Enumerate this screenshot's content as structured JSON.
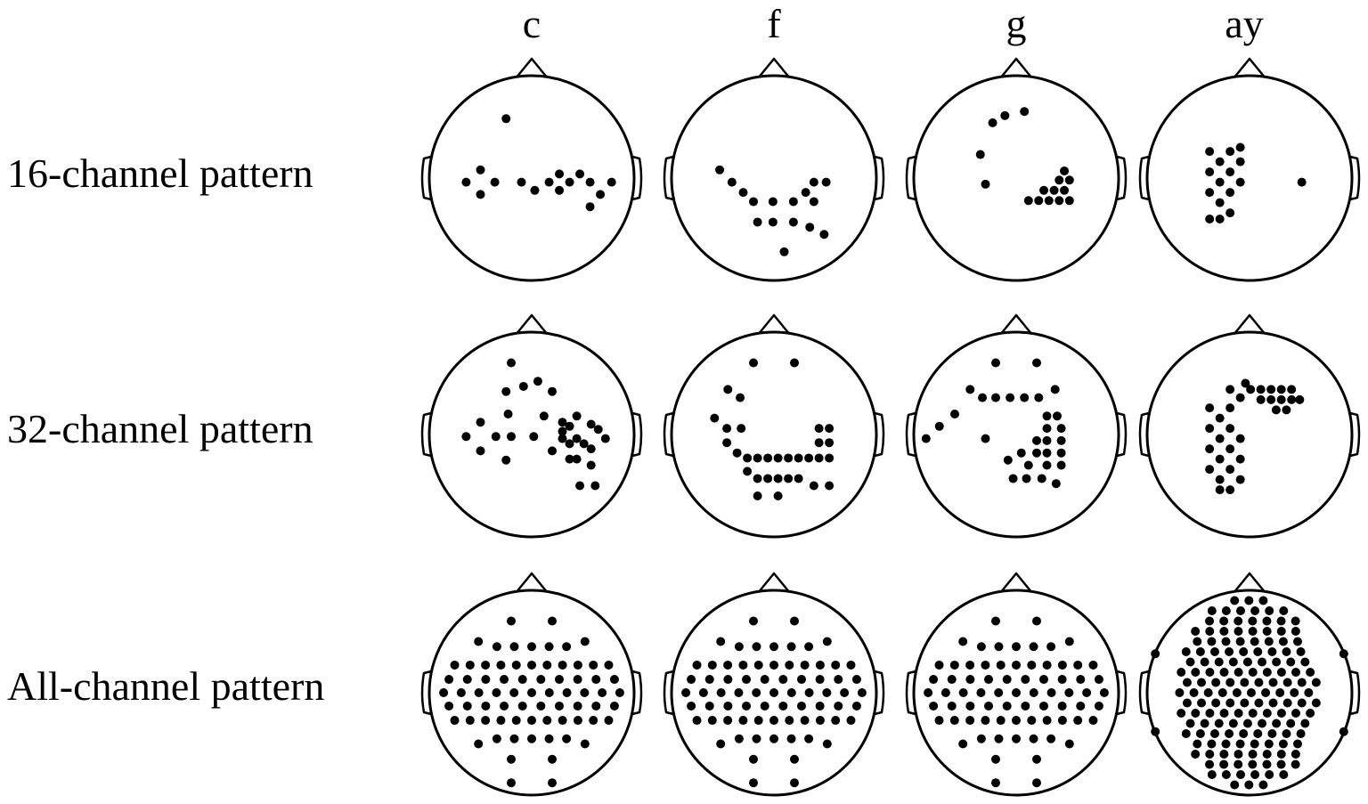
{
  "columns": [
    "c",
    "f",
    "g",
    "ay"
  ],
  "rows": [
    "16-channel pattern",
    "32-channel pattern",
    "All-channel pattern"
  ],
  "electrode_maps": [
    [
      [
        [
          -0.25,
          -0.58
        ],
        [
          -0.5,
          -0.08
        ],
        [
          -0.64,
          0.04
        ],
        [
          -0.5,
          0.16
        ],
        [
          -0.36,
          0.04
        ],
        [
          -0.1,
          0.04
        ],
        [
          0.03,
          0.12
        ],
        [
          0.17,
          0.04
        ],
        [
          0.27,
          -0.04
        ],
        [
          0.27,
          0.12
        ],
        [
          0.37,
          0.04
        ],
        [
          0.47,
          -0.04
        ],
        [
          0.57,
          0.04
        ],
        [
          0.67,
          0.16
        ],
        [
          0.57,
          0.28
        ],
        [
          0.78,
          0.04
        ]
      ],
      [
        [
          -0.53,
          -0.08
        ],
        [
          -0.41,
          0.04
        ],
        [
          -0.3,
          0.14
        ],
        [
          -0.2,
          0.23
        ],
        [
          -0.01,
          0.23
        ],
        [
          0.19,
          0.23
        ],
        [
          0.31,
          0.14
        ],
        [
          0.51,
          0.04
        ],
        [
          0.39,
          0.04
        ],
        [
          0.39,
          0.23
        ],
        [
          -0.16,
          0.43
        ],
        [
          -0.01,
          0.43
        ],
        [
          0.19,
          0.43
        ],
        [
          0.35,
          0.48
        ],
        [
          0.49,
          0.55
        ],
        [
          0.1,
          0.72
        ]
      ],
      [
        [
          -0.23,
          -0.54
        ],
        [
          -0.11,
          -0.61
        ],
        [
          0.08,
          -0.65
        ],
        [
          -0.35,
          -0.23
        ],
        [
          -0.3,
          0.06
        ],
        [
          0.12,
          0.22
        ],
        [
          0.22,
          0.22
        ],
        [
          0.32,
          0.22
        ],
        [
          0.42,
          0.22
        ],
        [
          0.52,
          0.22
        ],
        [
          0.27,
          0.12
        ],
        [
          0.37,
          0.12
        ],
        [
          0.47,
          0.12
        ],
        [
          0.42,
          0.02
        ],
        [
          0.52,
          0.02
        ],
        [
          0.47,
          -0.07
        ]
      ],
      [
        [
          -0.39,
          -0.26
        ],
        [
          -0.39,
          -0.06
        ],
        [
          -0.39,
          0.14
        ],
        [
          -0.29,
          -0.16
        ],
        [
          -0.29,
          0.04
        ],
        [
          -0.29,
          0.24
        ],
        [
          -0.19,
          -0.26
        ],
        [
          -0.19,
          -0.06
        ],
        [
          -0.19,
          0.14
        ],
        [
          -0.09,
          -0.16
        ],
        [
          -0.09,
          0.04
        ],
        [
          -0.39,
          0.4
        ],
        [
          -0.29,
          0.4
        ],
        [
          -0.19,
          0.34
        ],
        [
          -0.09,
          -0.3
        ],
        [
          0.51,
          0.04
        ]
      ]
    ],
    [
      [
        [
          -0.2,
          -0.7
        ],
        [
          -0.25,
          -0.42
        ],
        [
          -0.08,
          -0.47
        ],
        [
          0.06,
          -0.52
        ],
        [
          0.2,
          -0.42
        ],
        [
          -0.5,
          -0.12
        ],
        [
          -0.64,
          0.02
        ],
        [
          -0.35,
          0.02
        ],
        [
          -0.5,
          0.16
        ],
        [
          -0.23,
          -0.2
        ],
        [
          -0.2,
          0.02
        ],
        [
          -0.25,
          0.25
        ],
        [
          0.02,
          0.02
        ],
        [
          0.2,
          0.16
        ],
        [
          0.12,
          -0.18
        ],
        [
          0.3,
          -0.12
        ],
        [
          0.44,
          -0.18
        ],
        [
          0.58,
          -0.1
        ],
        [
          0.72,
          0.04
        ],
        [
          0.58,
          0.14
        ],
        [
          0.44,
          0.04
        ],
        [
          0.3,
          0.04
        ],
        [
          0.3,
          -0.03
        ],
        [
          0.37,
          0.09
        ],
        [
          0.51,
          0.09
        ],
        [
          0.58,
          0.3
        ],
        [
          0.44,
          0.24
        ],
        [
          0.37,
          -0.08
        ],
        [
          0.65,
          -0.05
        ],
        [
          0.37,
          0.24
        ],
        [
          0.62,
          0.5
        ],
        [
          0.47,
          0.5
        ]
      ],
      [
        [
          -0.2,
          -0.7
        ],
        [
          0.2,
          -0.7
        ],
        [
          -0.45,
          -0.44
        ],
        [
          -0.33,
          -0.36
        ],
        [
          -0.58,
          -0.16
        ],
        [
          -0.46,
          -0.06
        ],
        [
          -0.32,
          -0.06
        ],
        [
          -0.46,
          0.08
        ],
        [
          -0.36,
          0.18
        ],
        [
          -0.26,
          0.23
        ],
        [
          -0.16,
          0.23
        ],
        [
          -0.06,
          0.23
        ],
        [
          0.04,
          0.23
        ],
        [
          0.14,
          0.23
        ],
        [
          0.24,
          0.23
        ],
        [
          0.34,
          0.23
        ],
        [
          0.44,
          0.23
        ],
        [
          0.54,
          0.23
        ],
        [
          0.44,
          0.08
        ],
        [
          0.54,
          0.08
        ],
        [
          0.54,
          -0.06
        ],
        [
          -0.16,
          0.43
        ],
        [
          -0.06,
          0.43
        ],
        [
          0.04,
          0.43
        ],
        [
          0.14,
          0.43
        ],
        [
          0.24,
          0.43
        ],
        [
          0.39,
          0.5
        ],
        [
          0.54,
          0.5
        ],
        [
          -0.26,
          0.36
        ],
        [
          -0.16,
          0.6
        ],
        [
          0.04,
          0.6
        ],
        [
          0.44,
          -0.06
        ]
      ],
      [
        [
          -0.2,
          -0.7
        ],
        [
          0.2,
          -0.7
        ],
        [
          -0.45,
          -0.44
        ],
        [
          -0.33,
          -0.36
        ],
        [
          -0.2,
          -0.36
        ],
        [
          -0.06,
          -0.36
        ],
        [
          0.08,
          -0.36
        ],
        [
          0.22,
          -0.36
        ],
        [
          0.38,
          -0.44
        ],
        [
          -0.6,
          -0.2
        ],
        [
          -0.75,
          -0.08
        ],
        [
          -0.88,
          0.04
        ],
        [
          -0.3,
          0.04
        ],
        [
          0.3,
          -0.18
        ],
        [
          0.4,
          -0.18
        ],
        [
          0.3,
          -0.06
        ],
        [
          0.44,
          -0.06
        ],
        [
          0.3,
          0.06
        ],
        [
          0.44,
          0.06
        ],
        [
          0.2,
          0.18
        ],
        [
          0.3,
          0.18
        ],
        [
          0.44,
          0.18
        ],
        [
          0.05,
          0.18
        ],
        [
          -0.08,
          0.25
        ],
        [
          0.12,
          0.3
        ],
        [
          0.3,
          0.3
        ],
        [
          0.44,
          0.3
        ],
        [
          -0.03,
          0.43
        ],
        [
          0.1,
          0.43
        ],
        [
          0.25,
          0.43
        ],
        [
          0.39,
          0.48
        ],
        [
          0.2,
          0.06
        ]
      ],
      [
        [
          -0.39,
          -0.26
        ],
        [
          -0.39,
          -0.06
        ],
        [
          -0.39,
          0.14
        ],
        [
          -0.39,
          0.34
        ],
        [
          -0.29,
          -0.16
        ],
        [
          -0.29,
          0.04
        ],
        [
          -0.29,
          0.24
        ],
        [
          -0.29,
          0.44
        ],
        [
          -0.19,
          -0.26
        ],
        [
          -0.19,
          -0.06
        ],
        [
          -0.19,
          0.14
        ],
        [
          -0.19,
          0.34
        ],
        [
          -0.09,
          -0.36
        ],
        [
          -0.09,
          0.04
        ],
        [
          -0.09,
          0.24
        ],
        [
          -0.09,
          0.44
        ],
        [
          -0.19,
          0.54
        ],
        [
          -0.29,
          0.54
        ],
        [
          -0.19,
          -0.44
        ],
        [
          -0.04,
          -0.5
        ],
        [
          0.01,
          -0.44
        ],
        [
          0.11,
          -0.44
        ],
        [
          0.21,
          -0.44
        ],
        [
          0.31,
          -0.44
        ],
        [
          0.41,
          -0.44
        ],
        [
          0.49,
          -0.34
        ],
        [
          0.11,
          -0.34
        ],
        [
          0.21,
          -0.34
        ],
        [
          0.31,
          -0.34
        ],
        [
          0.41,
          -0.34
        ],
        [
          0.26,
          -0.24
        ],
        [
          0.36,
          -0.24
        ]
      ]
    ]
  ]
}
